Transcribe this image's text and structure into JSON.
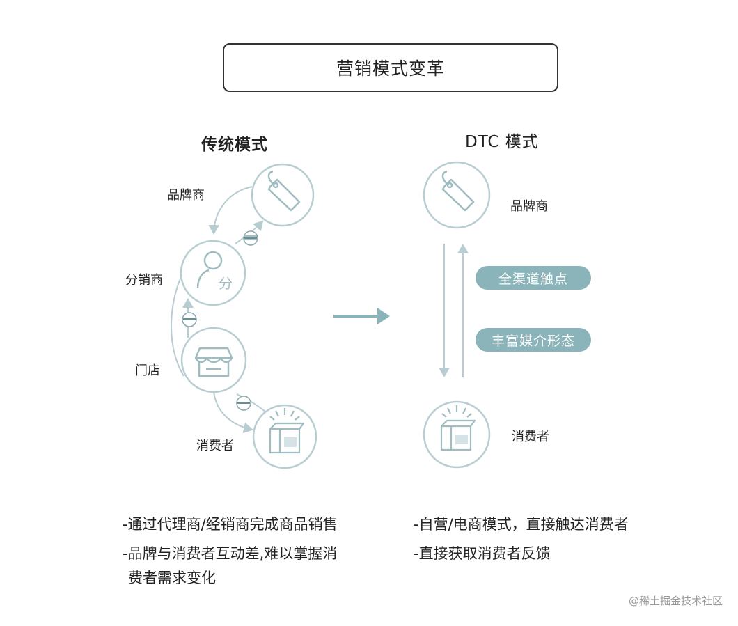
{
  "title": "营销模式变革",
  "traditional": {
    "heading": "传统模式",
    "nodes": {
      "brand": "品牌商",
      "distributor": "分销商",
      "store": "门店",
      "consumer": "消费者"
    },
    "distributor_icon_text": "分",
    "bullets": [
      "-通过代理商/经销商完成商品销售",
      "-品牌与消费者互动差,难以掌握消",
      "费者需求变化"
    ]
  },
  "dtc": {
    "heading": "DTC 模式",
    "nodes": {
      "brand": "品牌商",
      "consumer": "消费者"
    },
    "pills": [
      "全渠道触点",
      "丰富媒介形态"
    ],
    "bullets": [
      "-自营/电商模式，直接触达消费者",
      "-直接获取消费者反馈"
    ]
  },
  "watermark": "@稀土掘金技术社区",
  "colors": {
    "line": "#b7cdd1",
    "icon": "#9fbcc1",
    "pill": "#8ab4b9",
    "arrow": "#8ab4b9",
    "text": "#222222"
  },
  "icons": [
    "tag-icon",
    "person-icon",
    "storefront-icon",
    "gift-box-icon",
    "coin-icon"
  ]
}
